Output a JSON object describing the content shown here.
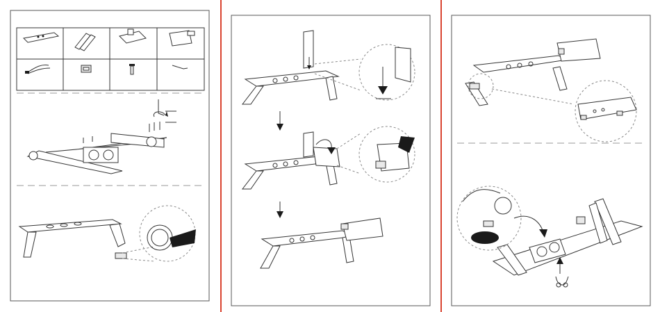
{
  "colors": {
    "page_divider": "#d9432f",
    "frame_border": "#555555",
    "line_art": "#333333",
    "background": "#ffffff"
  },
  "panels": [
    {
      "name": "panel-parts-and-assembly",
      "steps": [
        "parts-list",
        "attach-legs",
        "lock-hinge"
      ]
    },
    {
      "name": "panel-attach-mouse-board",
      "steps": [
        "insert-board",
        "rotate-board",
        "board-installed"
      ]
    },
    {
      "name": "panel-connect-fan",
      "steps": [
        "board-clips",
        "plug-fan-usb"
      ]
    }
  ],
  "icons": [
    "down-arrow-icon",
    "rotate-arrow-icon",
    "curved-arrow-icon",
    "hex-key-icon",
    "zoom-circle-icon"
  ]
}
